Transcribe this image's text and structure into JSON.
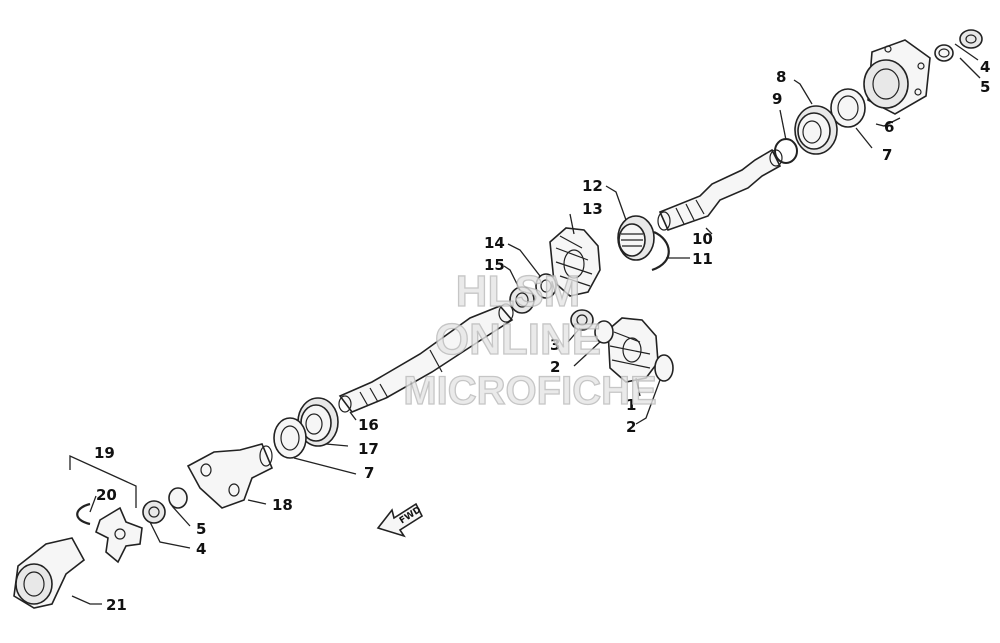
{
  "callouts": {
    "c1": "1",
    "c2a": "2",
    "c2b": "2",
    "c3": "3",
    "c4a": "4",
    "c4b": "4",
    "c5a": "5",
    "c5b": "5",
    "c6": "6",
    "c7a": "7",
    "c7b": "7",
    "c8": "8",
    "c9": "9",
    "c10": "10",
    "c11": "11",
    "c12": "12",
    "c13": "13",
    "c14": "14",
    "c15": "15",
    "c16": "16",
    "c17": "17",
    "c18": "18",
    "c19": "19",
    "c20": "20",
    "c21": "21"
  },
  "fwd_label": "FWD",
  "watermark": {
    "line1": "HLSM",
    "line2": "ONLINE",
    "line3": "MICROFICHE"
  }
}
